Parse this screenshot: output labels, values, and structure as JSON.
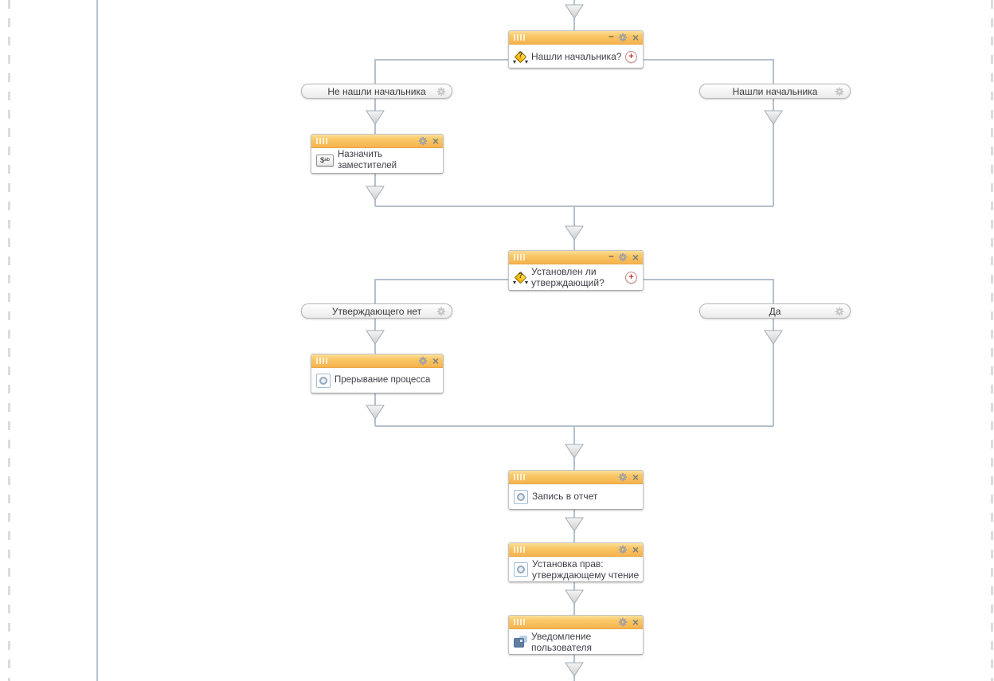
{
  "diagram": {
    "nodes": [
      {
        "title": "Нашли начальника?",
        "type": "decision"
      },
      {
        "title": "Назначить заместителей",
        "type": "script"
      },
      {
        "title": "Установлен ли утверждающий?",
        "type": "decision"
      },
      {
        "title": "Прерывание процесса",
        "type": "operation"
      },
      {
        "title": "Запись в отчет",
        "type": "operation"
      },
      {
        "title": "Установка прав: утверждающему чтение",
        "type": "operation"
      },
      {
        "title": "Уведомление пользователя",
        "type": "notification"
      }
    ],
    "connector_labels": [
      {
        "text": "Не нашли начальника"
      },
      {
        "text": "Нашли начальника"
      },
      {
        "text": "Утверждающего нет"
      },
      {
        "text": "Да"
      }
    ]
  },
  "glyphs": {
    "minimize": "–",
    "close": "×",
    "add_connector": "+",
    "decision_question": "?",
    "script": "$ᵃᵇ"
  },
  "colors": {
    "node_header": "#f8c25e",
    "connector": "#b3c0ce",
    "arrowhead_stroke": "#9fadba",
    "add_button": "#c0392b",
    "label_background": "#ededed"
  }
}
